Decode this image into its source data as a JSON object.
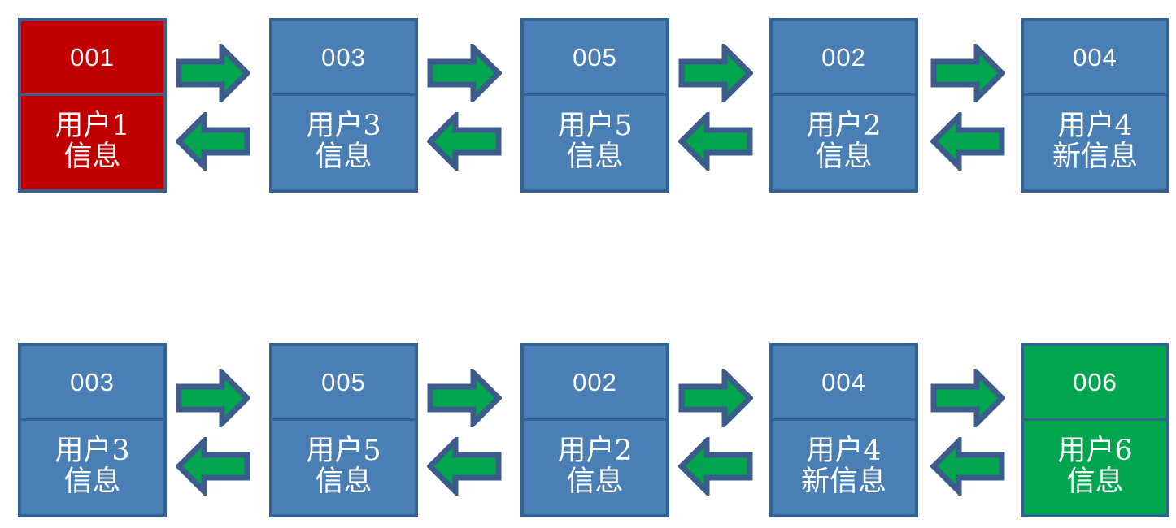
{
  "diagram": {
    "title": "",
    "colors": {
      "box_blue_fill": "#4a7fb5",
      "box_red_fill": "#c00000",
      "box_green_fill": "#00a550",
      "box_border": "#34618f",
      "arrow_fill": "#00a550",
      "arrow_stroke": "#3c5c8c",
      "text": "#ffffff",
      "background": "#ffffff"
    },
    "rows": [
      {
        "name": "row-top",
        "nodes": [
          {
            "id": "001",
            "line1": "用户1",
            "line2": "信息",
            "state": "red"
          },
          {
            "id": "003",
            "line1": "用户3",
            "line2": "信息",
            "state": "blue"
          },
          {
            "id": "005",
            "line1": "用户5",
            "line2": "信息",
            "state": "blue"
          },
          {
            "id": "002",
            "line1": "用户2",
            "line2": "信息",
            "state": "blue"
          },
          {
            "id": "004",
            "line1": "用户4",
            "line2": "新信息",
            "state": "blue"
          }
        ],
        "links": [
          {
            "forward": "arrow-right-icon",
            "backward": "arrow-left-icon"
          },
          {
            "forward": "arrow-right-icon",
            "backward": "arrow-left-icon"
          },
          {
            "forward": "arrow-right-icon",
            "backward": "arrow-left-icon"
          },
          {
            "forward": "arrow-right-icon",
            "backward": "arrow-left-icon"
          }
        ]
      },
      {
        "name": "row-bottom",
        "nodes": [
          {
            "id": "003",
            "line1": "用户3",
            "line2": "信息",
            "state": "blue"
          },
          {
            "id": "005",
            "line1": "用户5",
            "line2": "信息",
            "state": "blue"
          },
          {
            "id": "002",
            "line1": "用户2",
            "line2": "信息",
            "state": "blue"
          },
          {
            "id": "004",
            "line1": "用户4",
            "line2": "新信息",
            "state": "blue"
          },
          {
            "id": "006",
            "line1": "用户6",
            "line2": "信息",
            "state": "green"
          }
        ],
        "links": [
          {
            "forward": "arrow-right-icon",
            "backward": "arrow-left-icon"
          },
          {
            "forward": "arrow-right-icon",
            "backward": "arrow-left-icon"
          },
          {
            "forward": "arrow-right-icon",
            "backward": "arrow-left-icon"
          },
          {
            "forward": "arrow-right-icon",
            "backward": "arrow-left-icon"
          }
        ]
      }
    ]
  }
}
